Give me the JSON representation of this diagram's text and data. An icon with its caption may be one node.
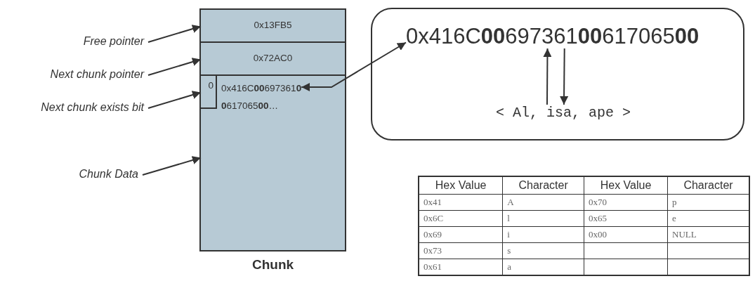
{
  "diagram": {
    "nodes": [
      {
        "text": [
          "Free pointer"
        ]
      },
      {
        "text": [
          "Next chunk pointer"
        ]
      },
      {
        "text": [
          "Next chunk exists bit"
        ]
      },
      {
        "text": [
          "Chunk Data"
        ]
      },
      {
        "text": [
          "Chunk"
        ]
      },
      {
        "text": [
          "0x13FB5"
        ],
        "in": 4
      },
      {
        "text": [
          "0x72AC0"
        ],
        "in": 4
      },
      {
        "text": [],
        "shape": "box",
        "in": 4
      },
      {
        "text": [
          "0"
        ],
        "in": 7
      },
      {
        "text": [
          "0x416C**00**697361**0** **0**617065**00**…"
        ],
        "in": 7
      },
      {
        "text": [],
        "shape": "box"
      },
      {
        "text": [
          "0x416C**00**697361**00**617065**00**"
        ],
        "in": 10
      },
      {
        "text": [
          "< Al, isa, ape >"
        ],
        "in": 10
      }
    ],
    "edges": [
      {
        "from": 0,
        "to": 5,
        "arrow": "to"
      },
      {
        "from": 1,
        "to": 6,
        "arrow": "to"
      },
      {
        "from": 2,
        "to": 8,
        "arrow": "to"
      },
      {
        "from": 3,
        "to": 7,
        "arrow": "to"
      },
      {
        "from": 9,
        "to": 11,
        "arrow": "both"
      },
      {
        "from": 12,
        "to": 11,
        "arrow": "to"
      },
      {
        "from": 11,
        "to": 12,
        "arrow": "to"
      }
    ],
    "labels": [
      "Hex Value",
      "Character",
      "Hex Value",
      "Character",
      "0x41",
      "A",
      "0x70",
      "p",
      "0x6C",
      "l",
      "0x65",
      "e",
      "0x69",
      "i",
      "0x00",
      "NULL",
      "0x73",
      "s",
      "0x61",
      "a"
    ]
  }
}
